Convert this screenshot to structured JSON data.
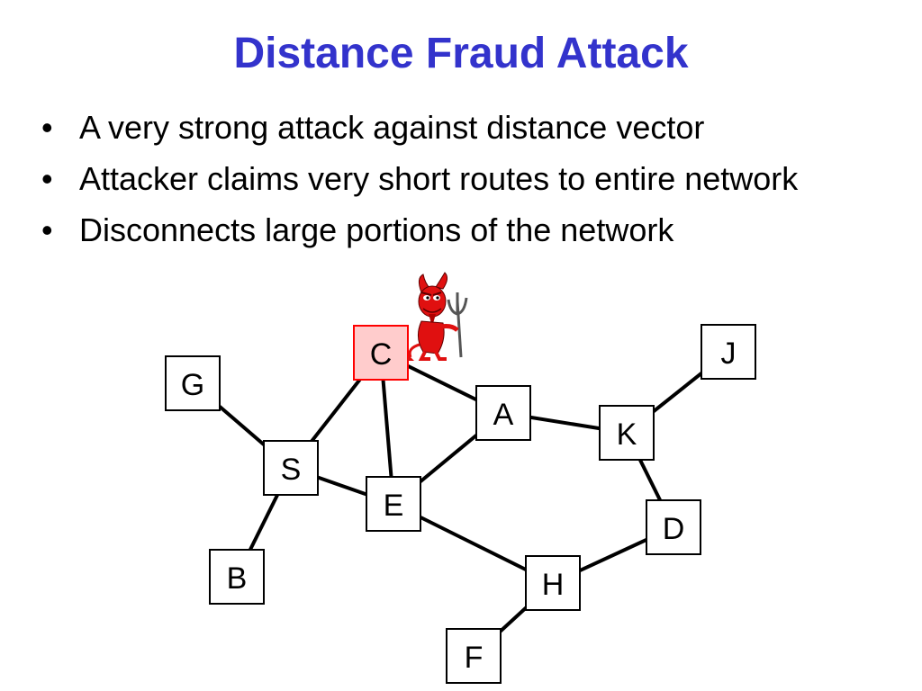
{
  "slide": {
    "title": "Distance Fraud Attack",
    "bullets": [
      "A very strong attack against distance vector",
      "Attacker claims very short routes to entire network",
      "Disconnects large portions of the network"
    ]
  },
  "diagram": {
    "nodes": [
      {
        "id": "C",
        "label": "C",
        "attacker": true
      },
      {
        "id": "J",
        "label": "J"
      },
      {
        "id": "G",
        "label": "G"
      },
      {
        "id": "A",
        "label": "A"
      },
      {
        "id": "K",
        "label": "K"
      },
      {
        "id": "S",
        "label": "S"
      },
      {
        "id": "E",
        "label": "E"
      },
      {
        "id": "D",
        "label": "D"
      },
      {
        "id": "B",
        "label": "B"
      },
      {
        "id": "H",
        "label": "H"
      },
      {
        "id": "F",
        "label": "F"
      }
    ],
    "edges": [
      [
        "G",
        "S"
      ],
      [
        "S",
        "C"
      ],
      [
        "S",
        "E"
      ],
      [
        "S",
        "B"
      ],
      [
        "C",
        "E"
      ],
      [
        "C",
        "A"
      ],
      [
        "A",
        "E"
      ],
      [
        "A",
        "K"
      ],
      [
        "K",
        "J"
      ],
      [
        "K",
        "D"
      ],
      [
        "E",
        "H"
      ],
      [
        "H",
        "D"
      ],
      [
        "H",
        "F"
      ]
    ],
    "attacker_icon": "devil-with-pitchfork-icon",
    "colors": {
      "attacker_fill": "#ffcccc",
      "attacker_stroke": "#ff0000",
      "devil": "#e01010"
    }
  }
}
